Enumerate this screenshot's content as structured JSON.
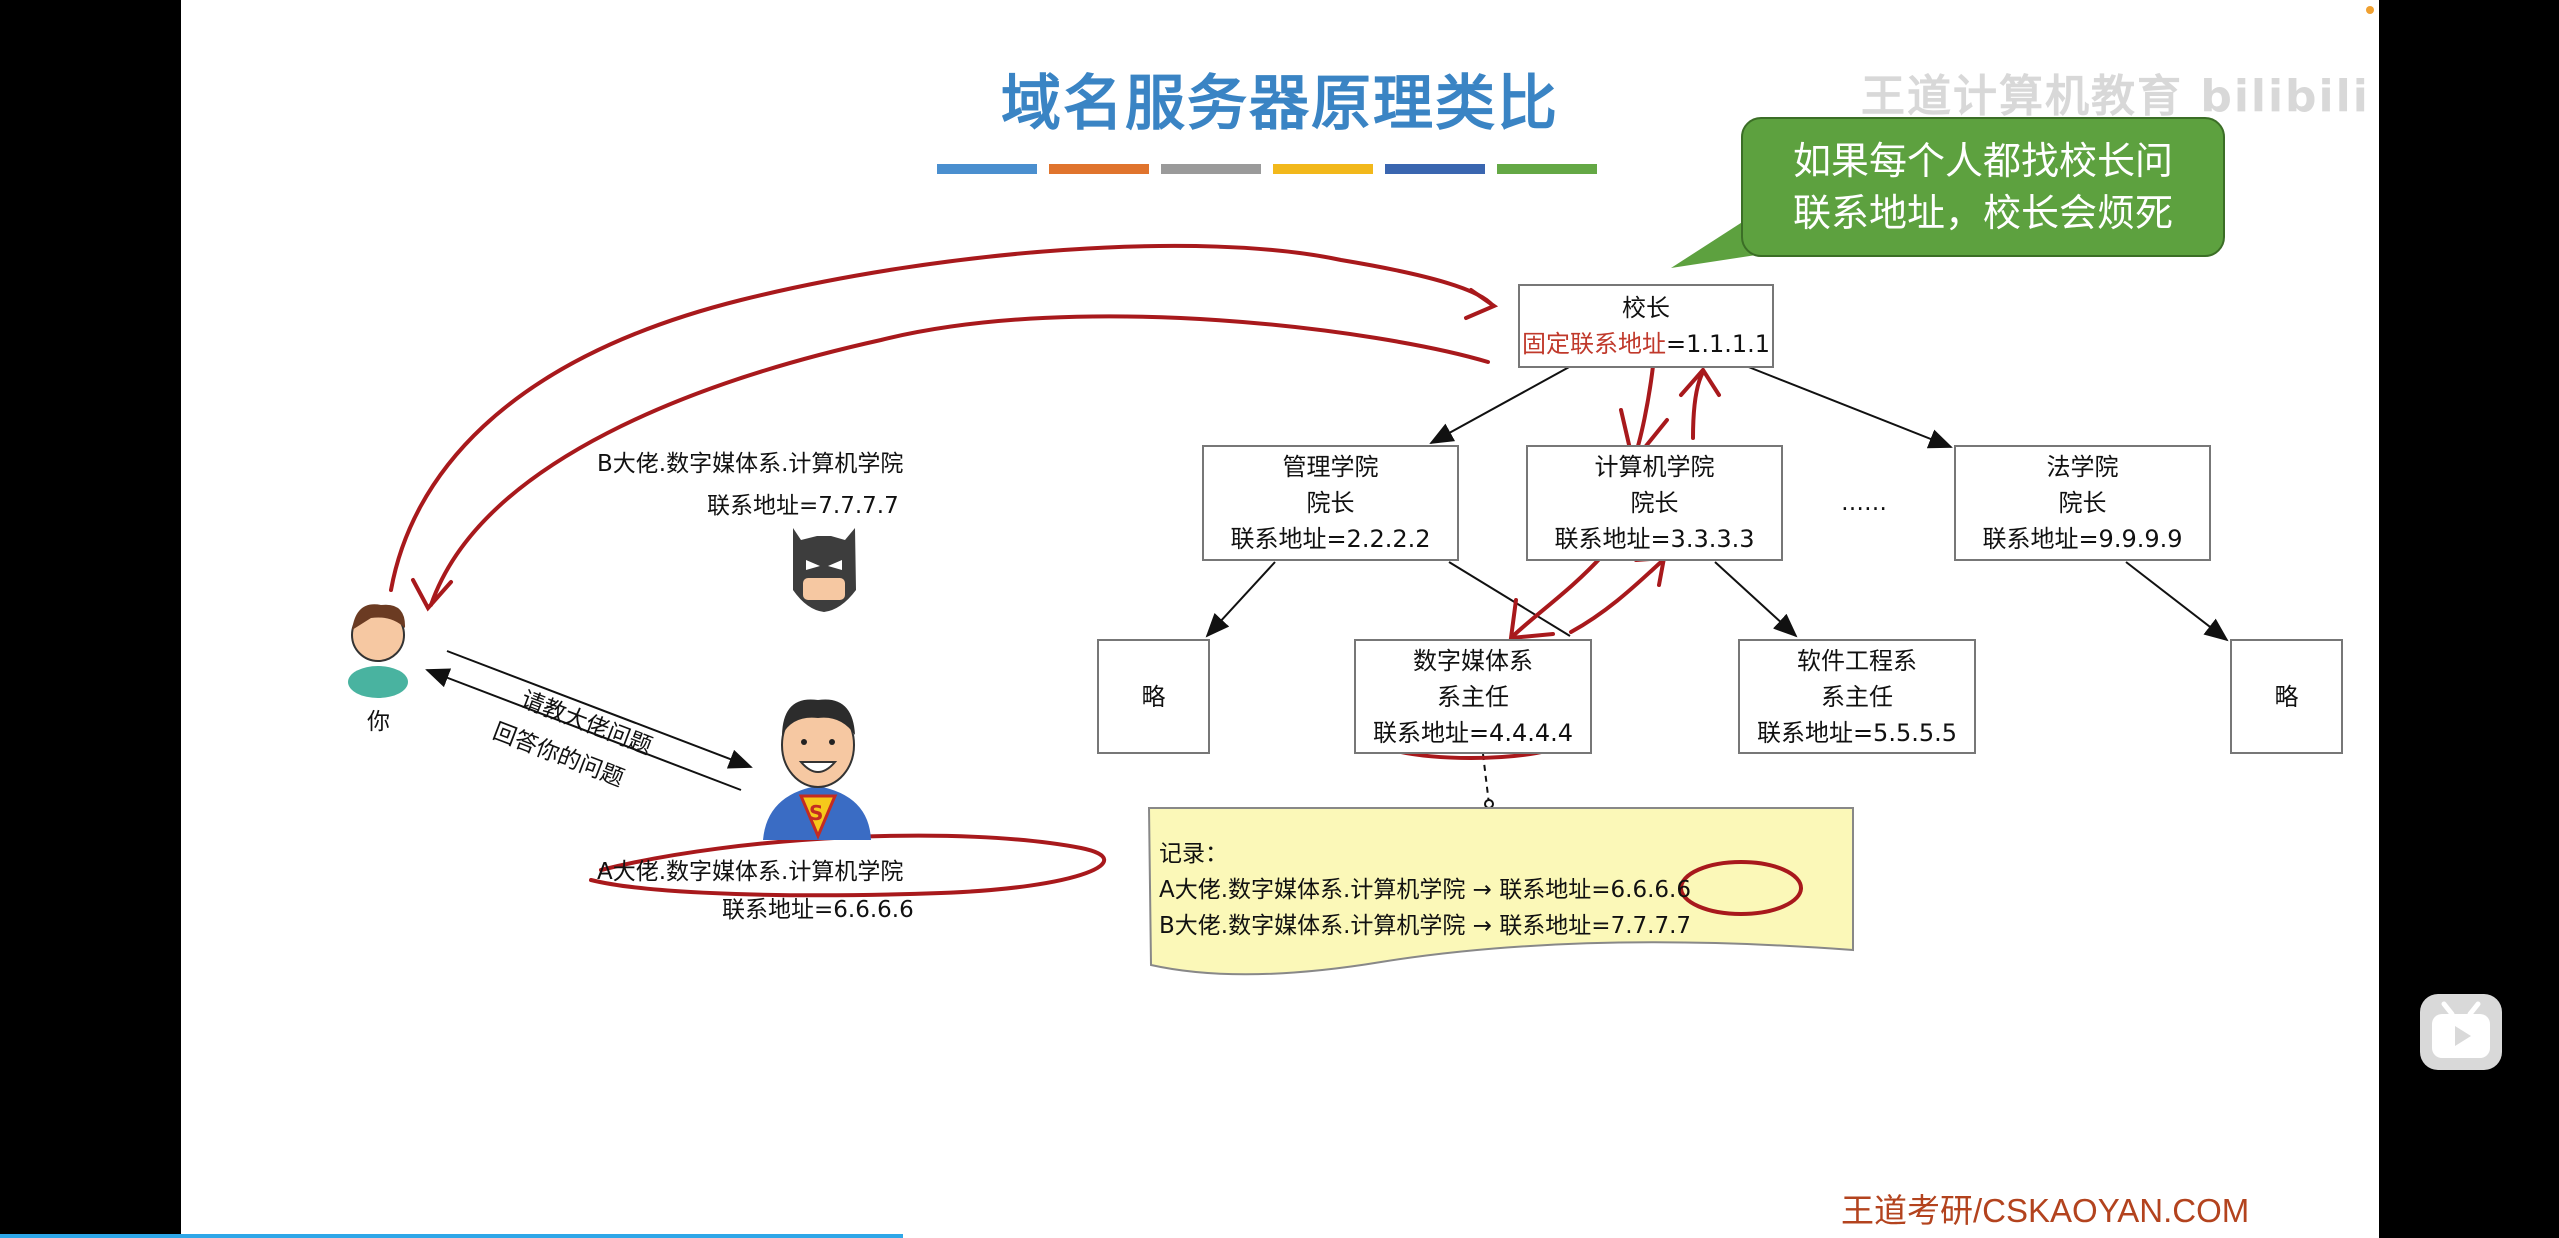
{
  "slide": {
    "title": "域名服务器原理类比",
    "title_bar_colors": [
      "#4a8fcf",
      "#e0742d",
      "#9a9a9a",
      "#f2b81b",
      "#3a66b0",
      "#64a845"
    ],
    "watermark": "王道计算机教育 bilibili",
    "footer": "王道考研/CSKAOYAN.COM"
  },
  "bubble": {
    "line1": "如果每个人都找校长问",
    "line2": "联系地址，校长会烦死"
  },
  "tree": {
    "root": {
      "line1": "校长",
      "line2_red": "固定联系地址",
      "line2_rest": "=1.1.1.1"
    },
    "mgmt": {
      "line1": "管理学院",
      "line2": "院长",
      "line3": "联系地址=2.2.2.2"
    },
    "cs": {
      "line1": "计算机学院",
      "line2": "院长",
      "line3": "联系地址=3.3.3.3"
    },
    "dots": "……",
    "law": {
      "line1": "法学院",
      "line2": "院长",
      "line3": "联系地址=9.9.9.9"
    },
    "omit_left": "略",
    "media": {
      "line1": "数字媒体系",
      "line2": "系主任",
      "line3": "联系地址=4.4.4.4"
    },
    "soft": {
      "line1": "软件工程系",
      "line2": "系主任",
      "line3": "联系地址=5.5.5.5"
    },
    "omit_right": "略"
  },
  "record": {
    "title": "记录：",
    "line1": "A大佬.数字媒体系.计算机学院 → 联系地址=6.6.6.6",
    "line2": "B大佬.数字媒体系.计算机学院 → 联系地址=7.7.7.7"
  },
  "people": {
    "you": "你",
    "ask": "请教大佬问题",
    "answer": "回答你的问题",
    "b_name": "B大佬.数字媒体系.计算机学院",
    "b_addr": "联系地址=7.7.7.7",
    "a_name": "A大佬.数字媒体系.计算机学院",
    "a_addr": "联系地址=6.6.6.6"
  }
}
